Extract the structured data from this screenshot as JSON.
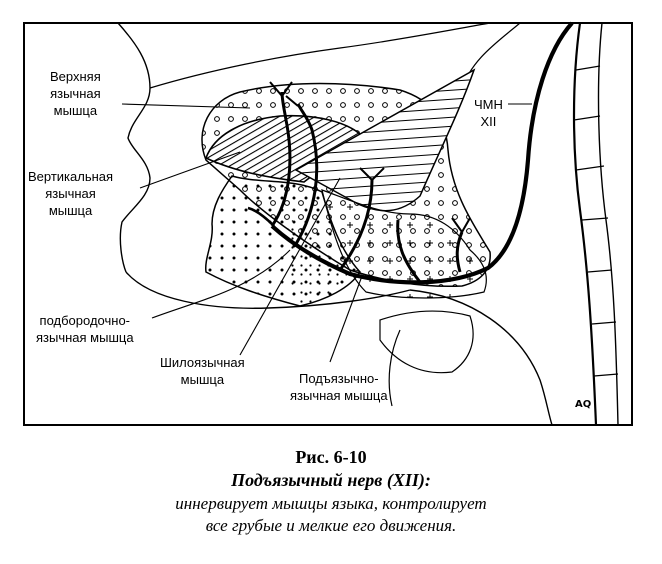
{
  "labels": {
    "superior_lingual": [
      "Верхняя",
      "язычная",
      "мышца"
    ],
    "vertical_lingual": [
      "Вертикальная",
      "язычная",
      "мышца"
    ],
    "genioglossus": [
      "подбородочно-",
      "язычная мышца"
    ],
    "styloglossus": [
      "Шилоязычная",
      "мышца"
    ],
    "hyoglossus": [
      "Подъязычно-",
      "язычная мышца"
    ],
    "nerve": [
      "ЧМН",
      "XII"
    ]
  },
  "signature": "AQ",
  "caption": {
    "figure_number": "Рис. 6-10",
    "title": "Подъязычный нерв (XII):",
    "line1": "иннервирует мышцы языка, контролирует",
    "line2": "все грубые и мелкие его движения."
  },
  "colors": {
    "ink": "#000000",
    "paper": "#ffffff"
  }
}
